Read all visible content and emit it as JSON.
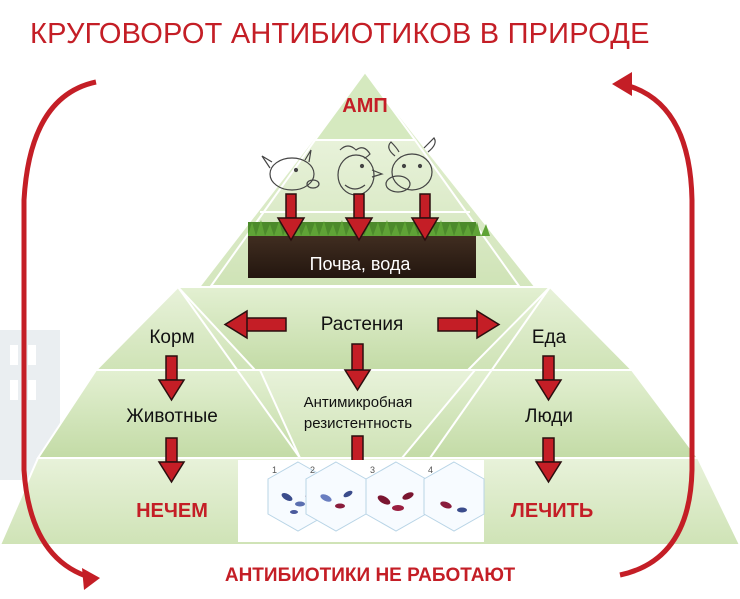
{
  "title": "КРУГОВОРОТ АНТИБИОТИКОВ В ПРИРОДЕ",
  "apex_label": "АМП",
  "soil_label": "Почва, вода",
  "plants_label": "Растения",
  "feed_label": "Корм",
  "food_label": "Еда",
  "animals_label": "Животные",
  "people_label": "Люди",
  "resistance_label_line1": "Антимикробная",
  "resistance_label_line2": "резистентность",
  "left_outcome": "НЕЧЕМ",
  "right_outcome": "ЛЕЧИТЬ",
  "bottom_caption": "АНТИБИОТИКИ НЕ РАБОТАЮТ",
  "petri_numbers": [
    "1",
    "2",
    "3",
    "4"
  ],
  "animals_icons": [
    "pig-icon",
    "rooster-icon",
    "cow-icon"
  ],
  "colors": {
    "accent_red": "#c41e26",
    "arrow_red": "#c41e26",
    "arrow_dark": "#2a0f0f",
    "pyramid_light": "#d9ebc4",
    "pyramid_mid": "#c8e0ad",
    "pyramid_edge": "#ffffff",
    "soil": "#3a2a1e",
    "grass": "#4c8a2b"
  }
}
